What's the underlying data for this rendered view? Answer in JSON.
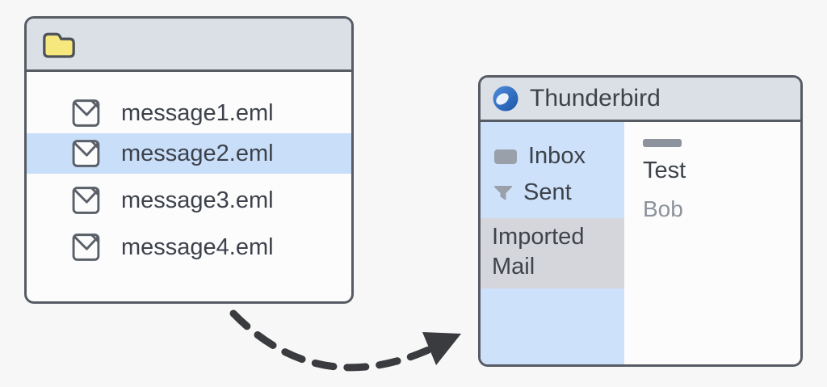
{
  "files_window": {
    "files": [
      {
        "name": "message1.eml"
      },
      {
        "name": "message2.eml"
      },
      {
        "name": "message3.eml"
      },
      {
        "name": "message4.eml"
      }
    ],
    "selected_file": "message2.eml"
  },
  "thunderbird": {
    "title": "Thunderbird",
    "sidebar": {
      "items": [
        {
          "label": "Inbox"
        },
        {
          "label": "Sent"
        }
      ],
      "imported_folder": "Imported Mail"
    },
    "message_list": {
      "subject": "Test",
      "sender": "Bob"
    }
  },
  "icons": {
    "folder": "folder-icon",
    "eml_file": "envelope-file-icon",
    "inbox": "inbox-tray-icon",
    "sent": "filter-funnel-icon",
    "logo": "thunderbird-logo-icon"
  },
  "colors": {
    "page_bg": "#f7f7f8",
    "window_border": "#565b64",
    "titlebar_bg": "#dbdfe6",
    "selection_blue": "#c9def9",
    "sidebar_blue": "#cde1fa",
    "imported_band_gray": "#d4d6db",
    "text_dark": "#3d424a",
    "text_gray": "#8d939c",
    "icon_gray": "#9aa0a9",
    "folder_yellow": "#f6e87c",
    "logo_blue": "#2b6cc0",
    "arrow_dark": "#3a3b3e"
  }
}
